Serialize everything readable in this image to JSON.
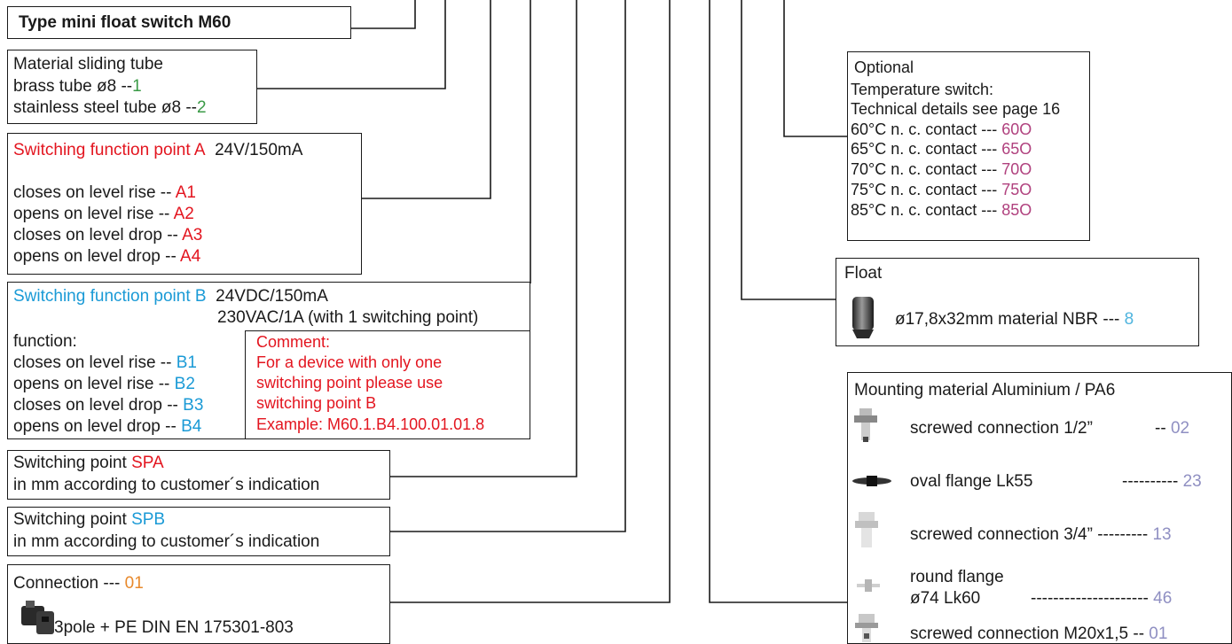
{
  "title": "Type mini float switch M60",
  "material": {
    "heading": "Material sliding tube",
    "items": [
      {
        "text": "brass tube ø8 --",
        "code": "1"
      },
      {
        "text": "stainless steel tube ø8 --",
        "code": "2"
      }
    ]
  },
  "point_a": {
    "heading": "Switching function point A",
    "rating": "24V/150mA",
    "items": [
      {
        "text": "closes on level rise   -- ",
        "code": "A1"
      },
      {
        "text": "opens on level rise   -- ",
        "code": "A2"
      },
      {
        "text": "closes on level drop -- ",
        "code": "A3"
      },
      {
        "text": "opens on level drop -- ",
        "code": "A4"
      }
    ]
  },
  "point_b": {
    "heading": "Switching function point B",
    "rating1": "24VDC/150mA",
    "rating2": "230VAC/1A (with 1 switching point)",
    "function_label": "function:",
    "items": [
      {
        "text": "closes on level rise  -- ",
        "code": "B1"
      },
      {
        "text": "opens on level rise  -- ",
        "code": "B2"
      },
      {
        "text": "closes on level drop -- ",
        "code": "B3"
      },
      {
        "text": "opens on level drop -- ",
        "code": "B4"
      }
    ],
    "comment": [
      "Comment:",
      "For a device with only one",
      "switching point please use",
      "switching point B",
      "Example: M60.1.B4.100.01.01.8"
    ]
  },
  "spa": {
    "label": "Switching point ",
    "code": "SPA",
    "desc": "in mm according to customer´s indication"
  },
  "spb": {
    "label": "Switching point ",
    "code": "SPB",
    "desc": "in mm according to customer´s indication"
  },
  "connection": {
    "label": "Connection --- ",
    "code": "01",
    "desc": "3pole + PE DIN EN 175301-803"
  },
  "optional": {
    "heading": "Optional",
    "line1": "Temperature switch:",
    "line2": "Technical details see page 16",
    "items": [
      {
        "text": "60°C n. c. contact --- ",
        "code": "60O"
      },
      {
        "text": "65°C n. c. contact --- ",
        "code": "65O"
      },
      {
        "text": "70°C n. c. contact --- ",
        "code": "70O"
      },
      {
        "text": "75°C n. c. contact --- ",
        "code": "75O"
      },
      {
        "text": "85°C n. c. contact --- ",
        "code": "85O"
      }
    ]
  },
  "float": {
    "heading": "Float",
    "text": "ø17,8x32mm material NBR --- ",
    "code": "8"
  },
  "mounting": {
    "heading": "Mounting material Aluminium / PA6",
    "items": [
      {
        "text": "screwed connection 1/2”",
        "dash": "-- ",
        "code": "02"
      },
      {
        "text": "oval flange Lk55",
        "dash": "---------- ",
        "code": "23"
      },
      {
        "text": "screwed connection 3/4” --------- ",
        "dash": "",
        "code": "13"
      },
      {
        "text": "round flange",
        "text2": "ø74 Lk60",
        "dash": "--------------------- ",
        "code": "46"
      },
      {
        "text": "screwed connection M20x1,5  -- ",
        "dash": "",
        "code": "01"
      }
    ]
  },
  "colors": {
    "red": "#e3151f",
    "blue": "#1a9ad6",
    "green": "#3a9a46",
    "orange": "#e8892b",
    "purple": "#b0417e",
    "lavender": "#8f8fc2"
  }
}
